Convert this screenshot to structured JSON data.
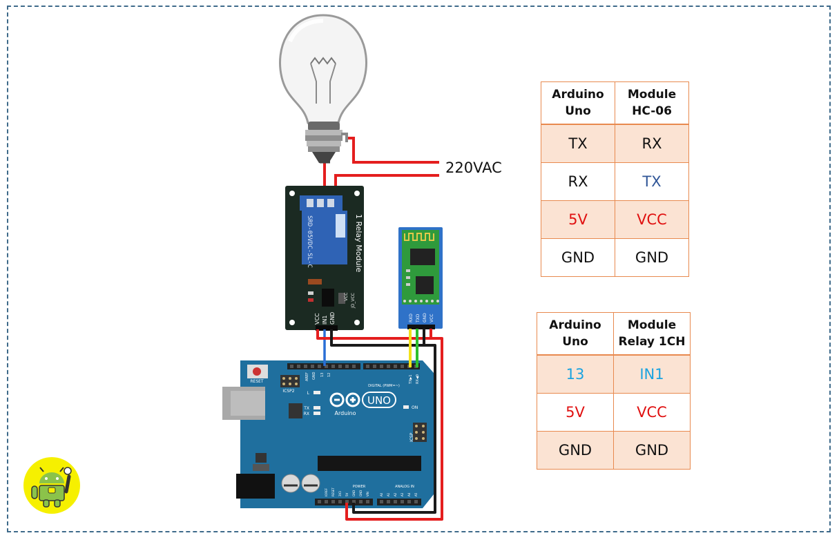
{
  "labels": {
    "voltage": "220VAC",
    "relay_module_name": "1 Relay Module",
    "relay_part": "SRD-05VDC-SL-C",
    "relay_pins": [
      "VCC",
      "IN1",
      "GND"
    ],
    "relay_jumper": [
      "VCC",
      "JD_VCC"
    ],
    "bt_pins": [
      "RXD",
      "TXD",
      "GND",
      "VCC"
    ],
    "arduino_brand": "Arduino",
    "arduino_model": "UNO",
    "arduino_reset": "RESET",
    "arduino_icsp2": "ICSP2",
    "arduino_icsp": "ICSP",
    "arduino_on": "ON",
    "arduino_led_l": "L",
    "arduino_led_tx": "TX",
    "arduino_led_rx": "RX",
    "arduino_digital": "DIGITAL (PWM=~)",
    "arduino_power": "POWER",
    "arduino_analog": "ANALOG IN",
    "arduino_aref": "AREF",
    "arduino_gnd": "GND",
    "arduino_pin13": "13",
    "arduino_pin12": "12",
    "arduino_pin_tx1": "TX▶1",
    "arduino_pin_rx0": "RX◀0",
    "arduino_power_pins": [
      "IOREF",
      "RESET",
      "3V3",
      "5V",
      "GND",
      "GND",
      "VIN"
    ],
    "arduino_analog_pins": [
      "A0",
      "A1",
      "A2",
      "A3",
      "A4",
      "A5"
    ]
  },
  "table_hc06": {
    "headers": [
      "Arduino\nUno",
      "Module\nHC-06"
    ],
    "rows": [
      [
        "TX",
        "RX"
      ],
      [
        "RX",
        "TX"
      ],
      [
        "5V",
        "VCC"
      ],
      [
        "GND",
        "GND"
      ]
    ]
  },
  "table_relay": {
    "headers": [
      "Arduino\nUno",
      "Module\nRelay 1CH"
    ],
    "rows": [
      [
        "13",
        "IN1"
      ],
      [
        "5V",
        "VCC"
      ],
      [
        "GND",
        "GND"
      ]
    ]
  },
  "colors": {
    "wire_red": "#e41e1e",
    "wire_black": "#1a1a1a",
    "wire_blue": "#2a6fd6",
    "wire_yellow": "#f2e21a",
    "wire_green": "#2ec02e",
    "board_blue": "#1f6f9e",
    "relay_board": "#1b2a22",
    "relay_blue": "#2f63b5",
    "bt_board": "#2f72c8",
    "bt_green": "#2f9a3c",
    "table_border": "#e8894e",
    "table_shade": "#fbe3d3",
    "text_red": "#e01010",
    "text_blue": "#2f5597",
    "text_cyan": "#1aa3e0",
    "logo_yellow": "#f6f000",
    "logo_green": "#8bc34a",
    "frame": "#3e6a8a"
  },
  "icons": [
    "light-bulb-icon",
    "android-logo-icon"
  ]
}
